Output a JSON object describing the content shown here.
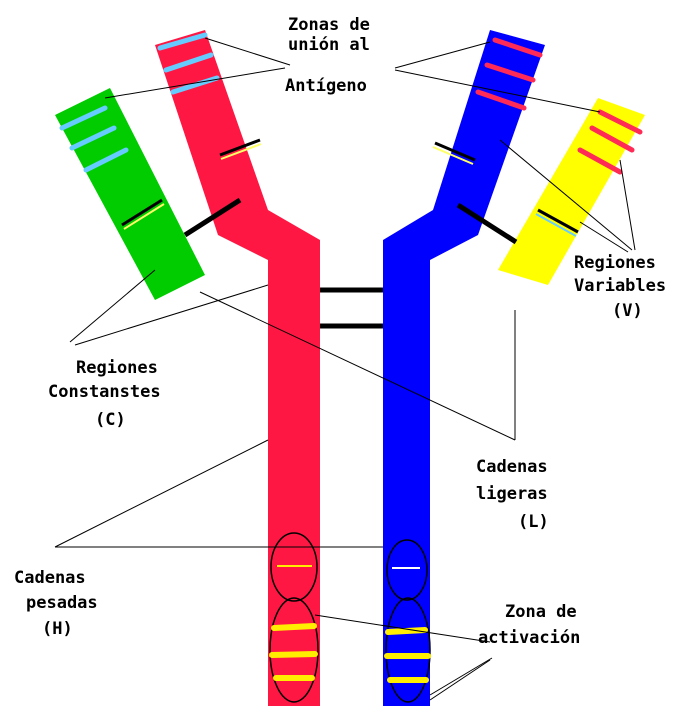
{
  "labels": {
    "antigen_zone": [
      "Zonas de",
      "unión al",
      "Antígeno"
    ],
    "variable_regions": [
      "Regiones",
      "Variables",
      "(V)"
    ],
    "constant_regions": [
      "Regiones",
      "Constanstes",
      "(C)"
    ],
    "light_chains": [
      "Cadenas",
      "ligeras",
      "(L)"
    ],
    "heavy_chains": [
      "Cadenas",
      "pesadas",
      "(H)"
    ],
    "activation_zone": [
      "Zona de",
      "activación"
    ]
  },
  "colors": {
    "heavy_chain_left": "#ff1744",
    "heavy_chain_right": "#0000ff",
    "light_chain_left": "#00cc00",
    "light_chain_right": "#ffff00",
    "antigen_band_on_red_green": "#66ccff",
    "antigen_band_on_blue_yellow": "#ff2a55",
    "activation_band": "#ffee00",
    "junction_band": "#ffff66",
    "disulfide_bond": "#000000",
    "leader_line": "#000000"
  }
}
